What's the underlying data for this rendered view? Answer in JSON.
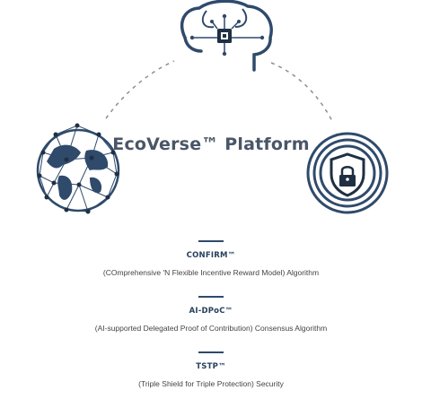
{
  "title": "EcoVerse™ Platform",
  "items": [
    {
      "name": "CONFIRM™",
      "description": "(COmprehensive 'N Flexible Incentive Reward Model) Algorithm"
    },
    {
      "name": "AI-DPoC™",
      "description": "(AI-supported Delegated Proof of Contribution) Consensus Algorithm"
    },
    {
      "name": "TSTP™",
      "description": "(Triple Shield for Triple Protection) Security"
    }
  ],
  "icons": {
    "top": "brain-chip-icon",
    "left": "network-globe-icon",
    "right": "shield-lock-icon"
  },
  "colors": {
    "primary": "#2f4a6b",
    "title": "#4a5667",
    "dashed_arc": "#8a8f96"
  }
}
